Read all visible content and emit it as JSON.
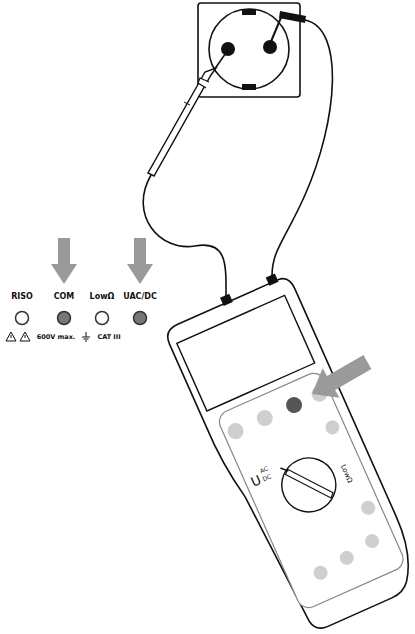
{
  "diagram": {
    "labels": [
      "RISO",
      "COM",
      "LowΩ",
      "UAC/DC",
      "600V max.",
      "CAT III",
      "U",
      "AC",
      "DC",
      "LowΩ"
    ]
  }
}
